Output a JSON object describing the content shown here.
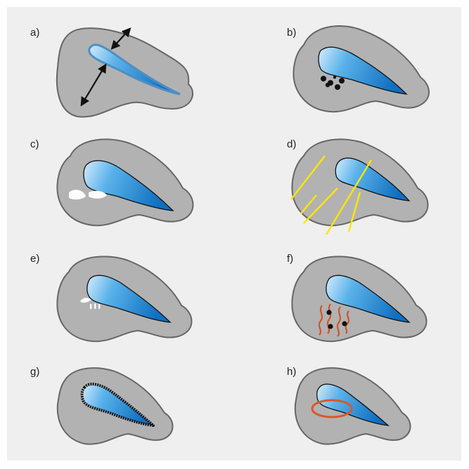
{
  "panels": [
    {
      "label": "a)"
    },
    {
      "label": "b)"
    },
    {
      "label": "c)"
    },
    {
      "label": "d)"
    },
    {
      "label": "e)"
    },
    {
      "label": "f)"
    },
    {
      "label": "g)"
    },
    {
      "label": "h)"
    }
  ],
  "colors": {
    "background": "#efefef",
    "tissue_fill": "#b2b2b2",
    "tissue_stroke": "#666666",
    "lumen_light": "#cfe8fb",
    "lumen_mid": "#56aee8",
    "lumen_dark": "#1477c6",
    "yellow_lines": "#ffe600",
    "red_vessels": "#d2532a",
    "orange_ring": "#d9582b",
    "black": "#111111",
    "white": "#ffffff"
  }
}
